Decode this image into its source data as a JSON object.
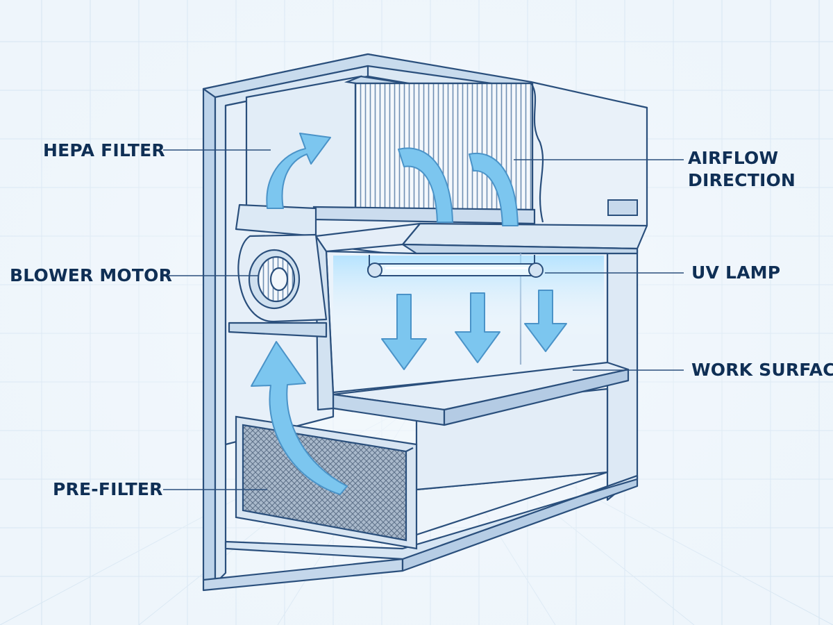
{
  "labels": {
    "hepa_filter": "HEPA FILTER",
    "blower_motor": "BLOWER MOTOR",
    "pre_filter": "PRE-FILTER",
    "airflow_line1": "AIRFLOW",
    "airflow_line2": "DIRECTION",
    "uv_lamp": "UV LAMP",
    "work_surface": "WORK SURFACE"
  },
  "colors": {
    "background": "#eef5fb",
    "grid": "#d3e3f1",
    "outline": "#2a4f7c",
    "cabinet_fill": "#e6f0f9",
    "cabinet_shade": "#cfe0f0",
    "arrow": "#7cc6ef",
    "label_text": "#0f2f55",
    "uv_glow": "#bfe9ff"
  }
}
